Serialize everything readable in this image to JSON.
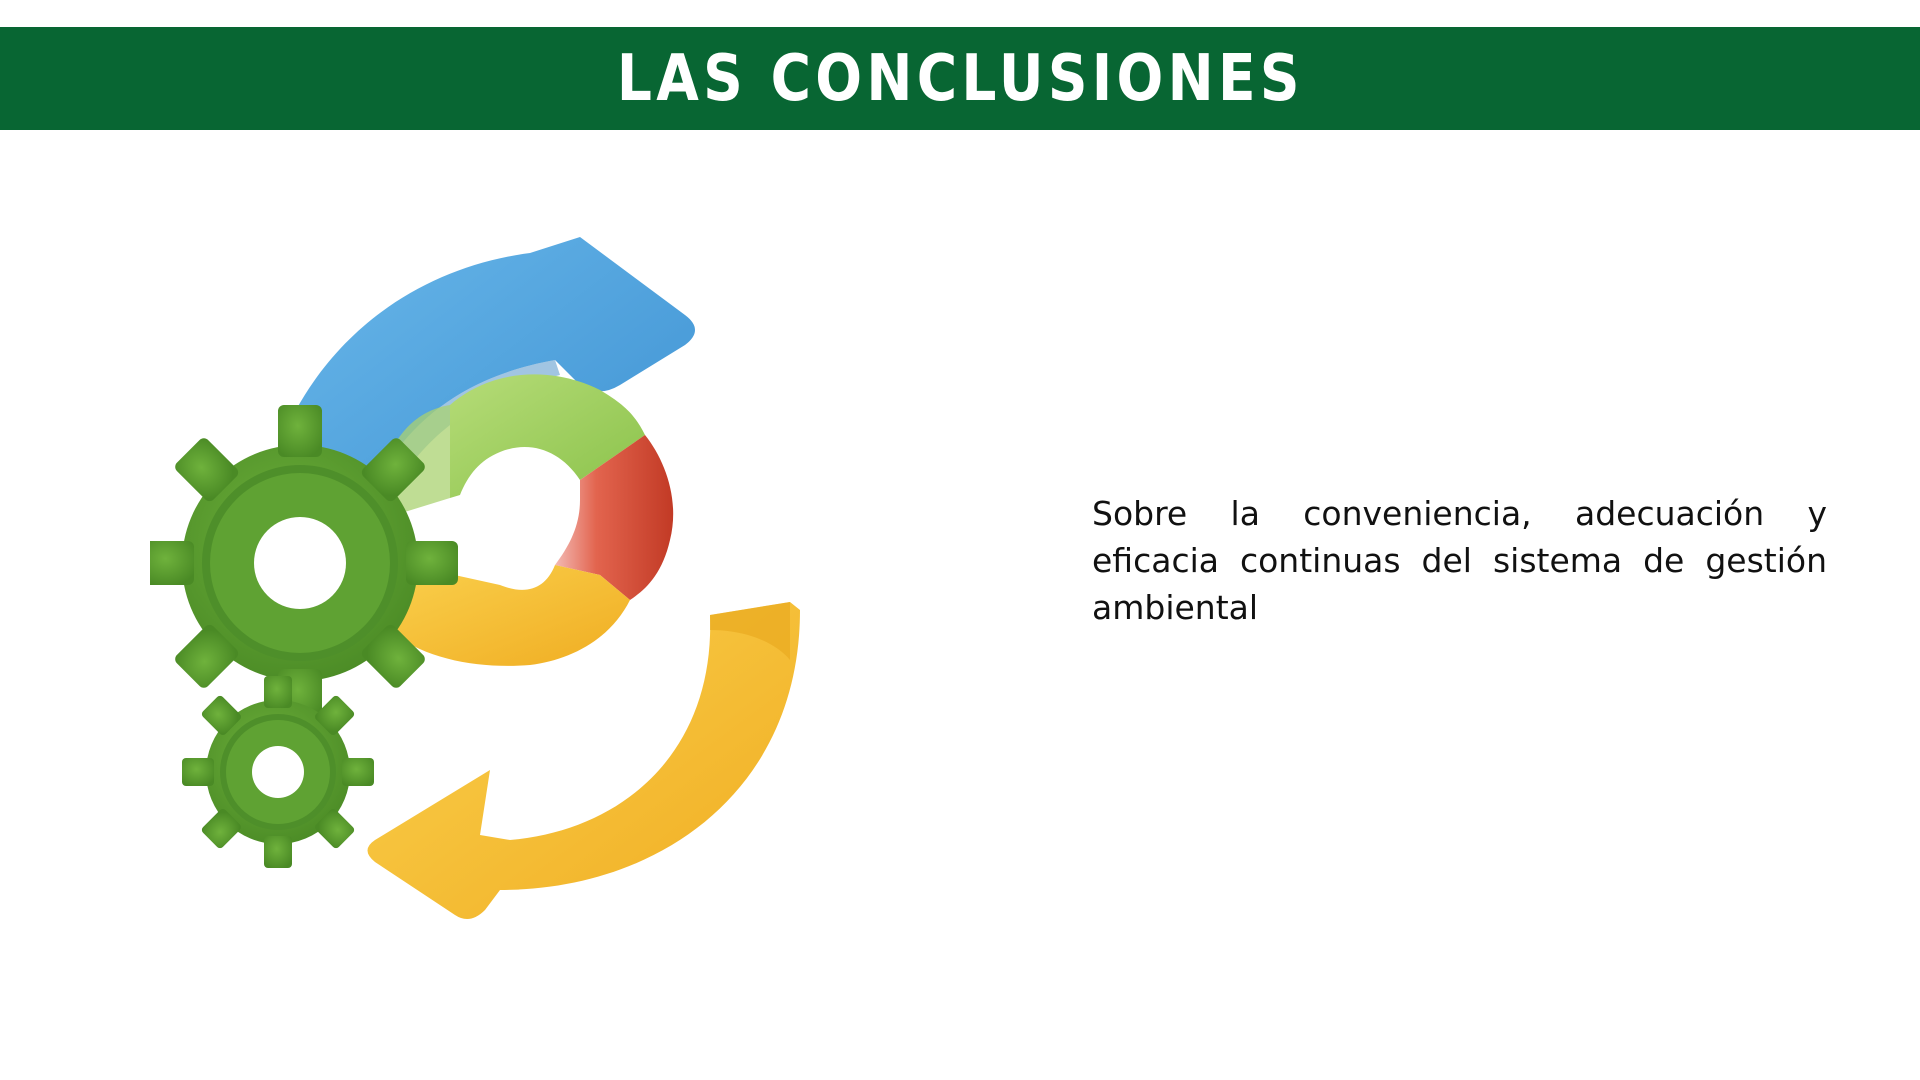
{
  "slide": {
    "title": "LAS CONCLUSIONES",
    "body": "Sobre la conveniencia, adecuación y eficacia continuas del sistema de gestión ambiental"
  },
  "illustration": {
    "icon": "continuous-improvement-cycle-icon",
    "elements": [
      "blue-arrow",
      "green-segment",
      "red-segment",
      "yellow-segment",
      "yellow-arrow",
      "large-gear",
      "small-gear"
    ]
  },
  "colors": {
    "banner": "#086633",
    "title_text": "#ffffff",
    "body_text": "#111111",
    "blue": "#4fa4de",
    "green_segment": "#9fcf5a",
    "red": "#d9503a",
    "yellow": "#f6c33d",
    "gear": "#5d9e32"
  }
}
